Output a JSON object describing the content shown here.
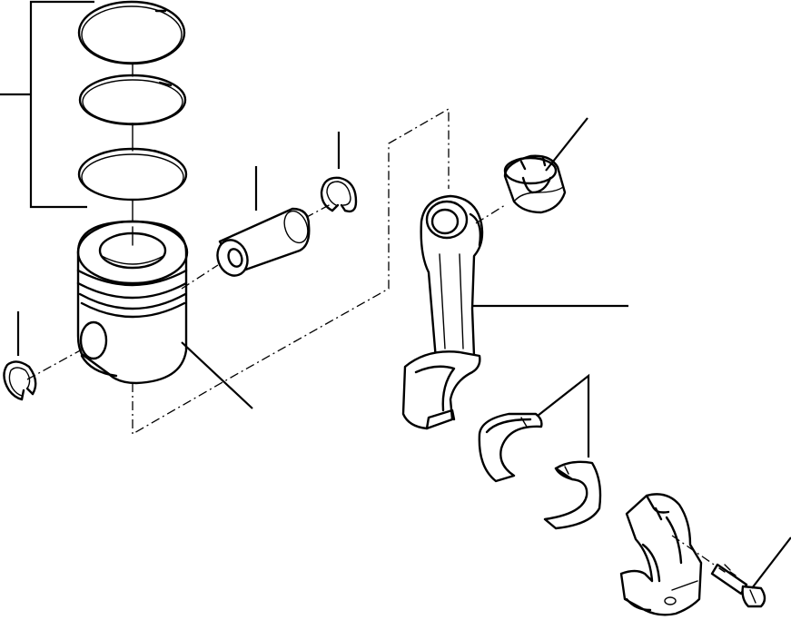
{
  "figure": {
    "parts": [
      {
        "id": "piston-ring-set",
        "icon": "piston-rings-icon"
      },
      {
        "id": "piston",
        "icon": "piston-icon"
      },
      {
        "id": "piston-pin",
        "icon": "piston-pin-icon"
      },
      {
        "id": "retaining-ring-right",
        "icon": "snap-ring-icon"
      },
      {
        "id": "retaining-ring-left",
        "icon": "snap-ring-icon"
      },
      {
        "id": "small-end-bushing",
        "icon": "bushing-icon"
      },
      {
        "id": "connecting-rod",
        "icon": "connecting-rod-icon"
      },
      {
        "id": "bearing-shells",
        "icon": "bearing-shell-icon"
      },
      {
        "id": "rod-cap",
        "icon": "rod-cap-icon"
      },
      {
        "id": "cap-bolt",
        "icon": "bolt-icon"
      }
    ]
  }
}
